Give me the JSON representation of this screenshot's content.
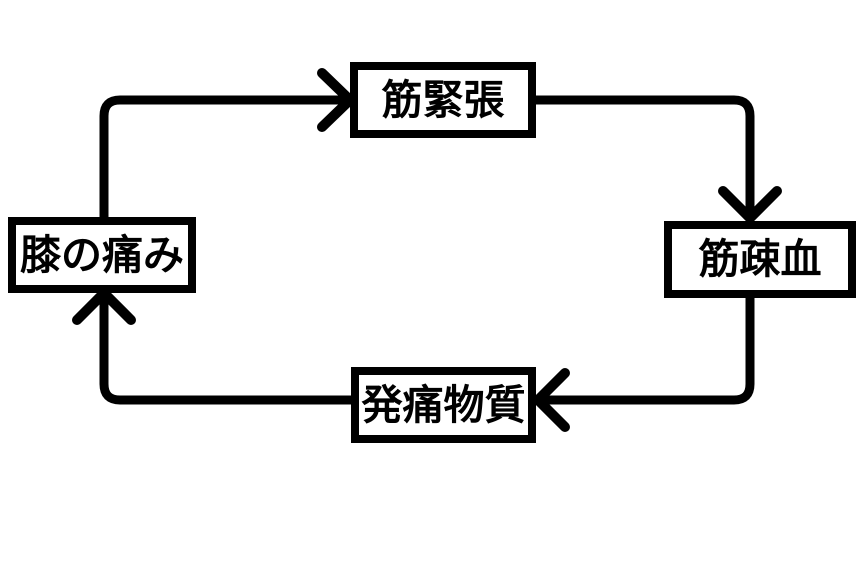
{
  "diagram": {
    "background_color": "#ffffff",
    "line_color": "#000000",
    "nodes": [
      {
        "id": "muscle-tension",
        "label": "筋緊張"
      },
      {
        "id": "muscle-ischemia",
        "label": "筋疎血"
      },
      {
        "id": "pain-substance",
        "label": "発痛物質"
      },
      {
        "id": "knee-pain",
        "label": "膝の痛み"
      }
    ],
    "edges": [
      {
        "from": "knee-pain",
        "to": "muscle-tension"
      },
      {
        "from": "muscle-tension",
        "to": "muscle-ischemia"
      },
      {
        "from": "muscle-ischemia",
        "to": "pain-substance"
      },
      {
        "from": "pain-substance",
        "to": "knee-pain"
      }
    ]
  }
}
